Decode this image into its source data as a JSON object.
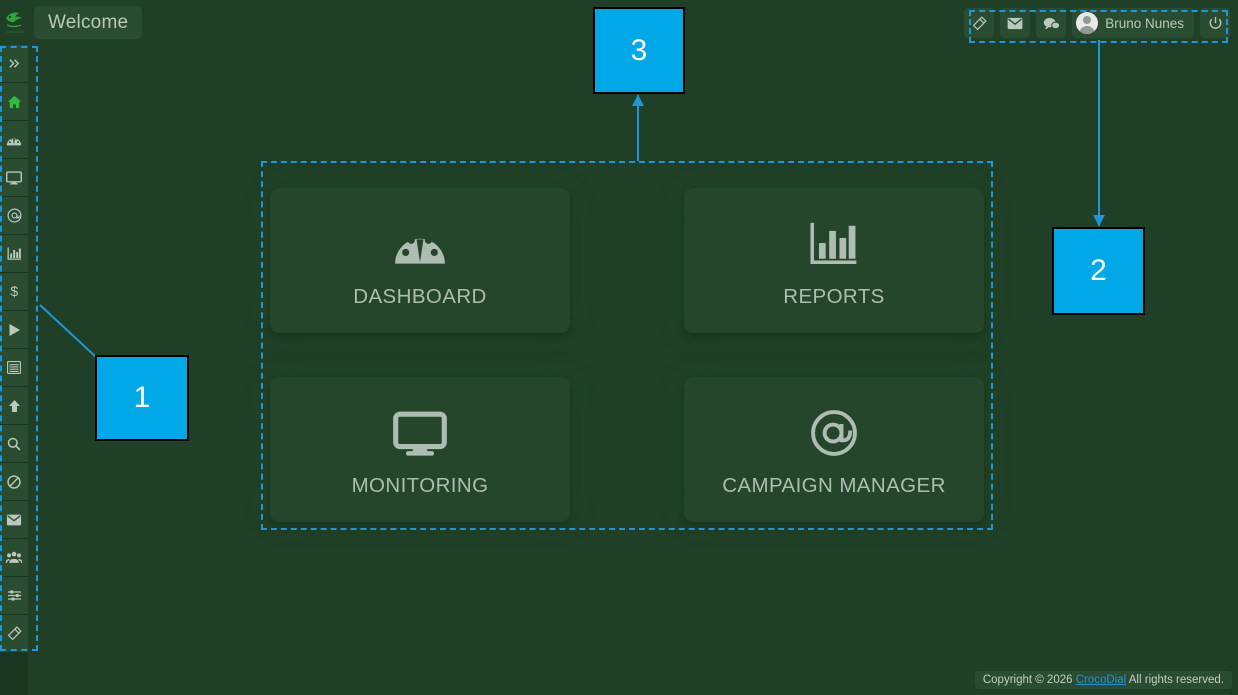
{
  "app": {
    "logo_name": "crocodile-logo",
    "background_color": "#1f3f26",
    "panel_color": "#2a4c31",
    "tile_color": "#25462b",
    "accent_color": "#00a8e8",
    "brand_link_color": "#2d8fd8"
  },
  "topbar": {
    "tab_label": "Welcome",
    "user_name": "Bruno Nunes",
    "icons": [
      {
        "name": "flash-icon",
        "glyph": "flash"
      },
      {
        "name": "envelope-icon",
        "glyph": "envelope"
      },
      {
        "name": "chat-bubbles-icon",
        "glyph": "chat"
      }
    ],
    "power_icon": "power-icon"
  },
  "sidebar": {
    "items": [
      {
        "name": "sidebar-item-collapse",
        "icon": "chevron-double-right-icon"
      },
      {
        "name": "sidebar-item-home",
        "icon": "home-icon"
      },
      {
        "name": "sidebar-item-dashboard",
        "icon": "gauge-icon"
      },
      {
        "name": "sidebar-item-monitoring",
        "icon": "monitor-icon"
      },
      {
        "name": "sidebar-item-campaign",
        "icon": "at-sign-icon"
      },
      {
        "name": "sidebar-item-reports",
        "icon": "bar-chart-icon"
      },
      {
        "name": "sidebar-item-billing",
        "icon": "dollar-icon"
      },
      {
        "name": "sidebar-item-play",
        "icon": "play-icon"
      },
      {
        "name": "sidebar-item-lists",
        "icon": "list-icon"
      },
      {
        "name": "sidebar-item-upload",
        "icon": "arrow-up-icon"
      },
      {
        "name": "sidebar-item-search",
        "icon": "search-icon"
      },
      {
        "name": "sidebar-item-blocked",
        "icon": "ban-icon"
      },
      {
        "name": "sidebar-item-mail",
        "icon": "envelope-icon"
      },
      {
        "name": "sidebar-item-agents",
        "icon": "users-icon"
      },
      {
        "name": "sidebar-item-settings",
        "icon": "sliders-icon"
      },
      {
        "name": "sidebar-item-tools",
        "icon": "flash-icon"
      }
    ]
  },
  "main": {
    "tiles": [
      {
        "name": "tile-dashboard",
        "label": "DASHBOARD",
        "icon": "gauge-icon"
      },
      {
        "name": "tile-reports",
        "label": "REPORTS",
        "icon": "bar-chart-icon"
      },
      {
        "name": "tile-monitoring",
        "label": "MONITORING",
        "icon": "monitor-icon"
      },
      {
        "name": "tile-campaign-manager",
        "label": "CAMPAIGN MANAGER",
        "icon": "at-sign-icon"
      }
    ]
  },
  "footer": {
    "prefix": "Copyright © 2026 ",
    "brand": "CrocoDial",
    "suffix": " All rights reserved."
  },
  "annotations": {
    "boxes": [
      {
        "name": "annotation-box-1",
        "label": "1"
      },
      {
        "name": "annotation-box-2",
        "label": "2"
      },
      {
        "name": "annotation-box-3",
        "label": "3"
      }
    ]
  }
}
